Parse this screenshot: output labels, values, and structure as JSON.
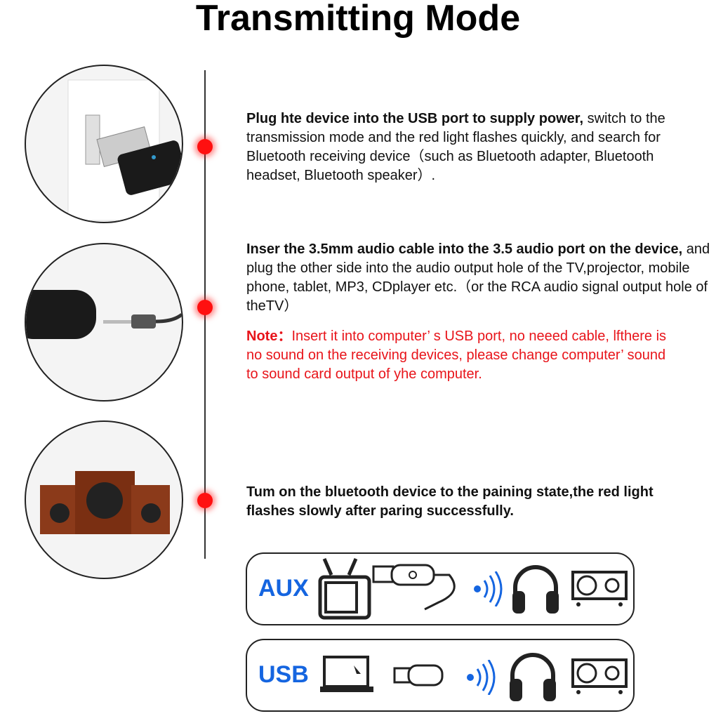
{
  "title": "Transmitting Mode",
  "steps": [
    {
      "bold": "Plug hte device into the USB port to supply power,",
      "rest": "  switch to the transmission mode and the red light flashes quickly, and search for Bluetooth receiving device（such as Bluetooth adapter,  Bluetooth headset,  Bluetooth speaker）."
    },
    {
      "bold": "Inser the 3.5mm audio cable into the 3.5 audio port on the device,",
      "rest": "  and plug the other side into the audio output hole of the TV,projector,  mobile phone,  tablet,  MP3,  CDplayer etc.（or the RCA audio signal output hole of theTV）",
      "note_label": "Note：",
      "note": "Insert it into computer’ s USB port,  no neeed cable, lfthere is no sound on the receiving devices,  please change computer’ sound to sound card output of yhe computer."
    },
    {
      "bold": "Tum on the bluetooth device to the paining state,the red light flashes slowly after paring successfully."
    }
  ],
  "modes": [
    {
      "label": "AUX"
    },
    {
      "label": "USB"
    }
  ],
  "colors": {
    "dot": "#ff1010",
    "note": "#e8141a",
    "mode_label": "#1565e0"
  }
}
